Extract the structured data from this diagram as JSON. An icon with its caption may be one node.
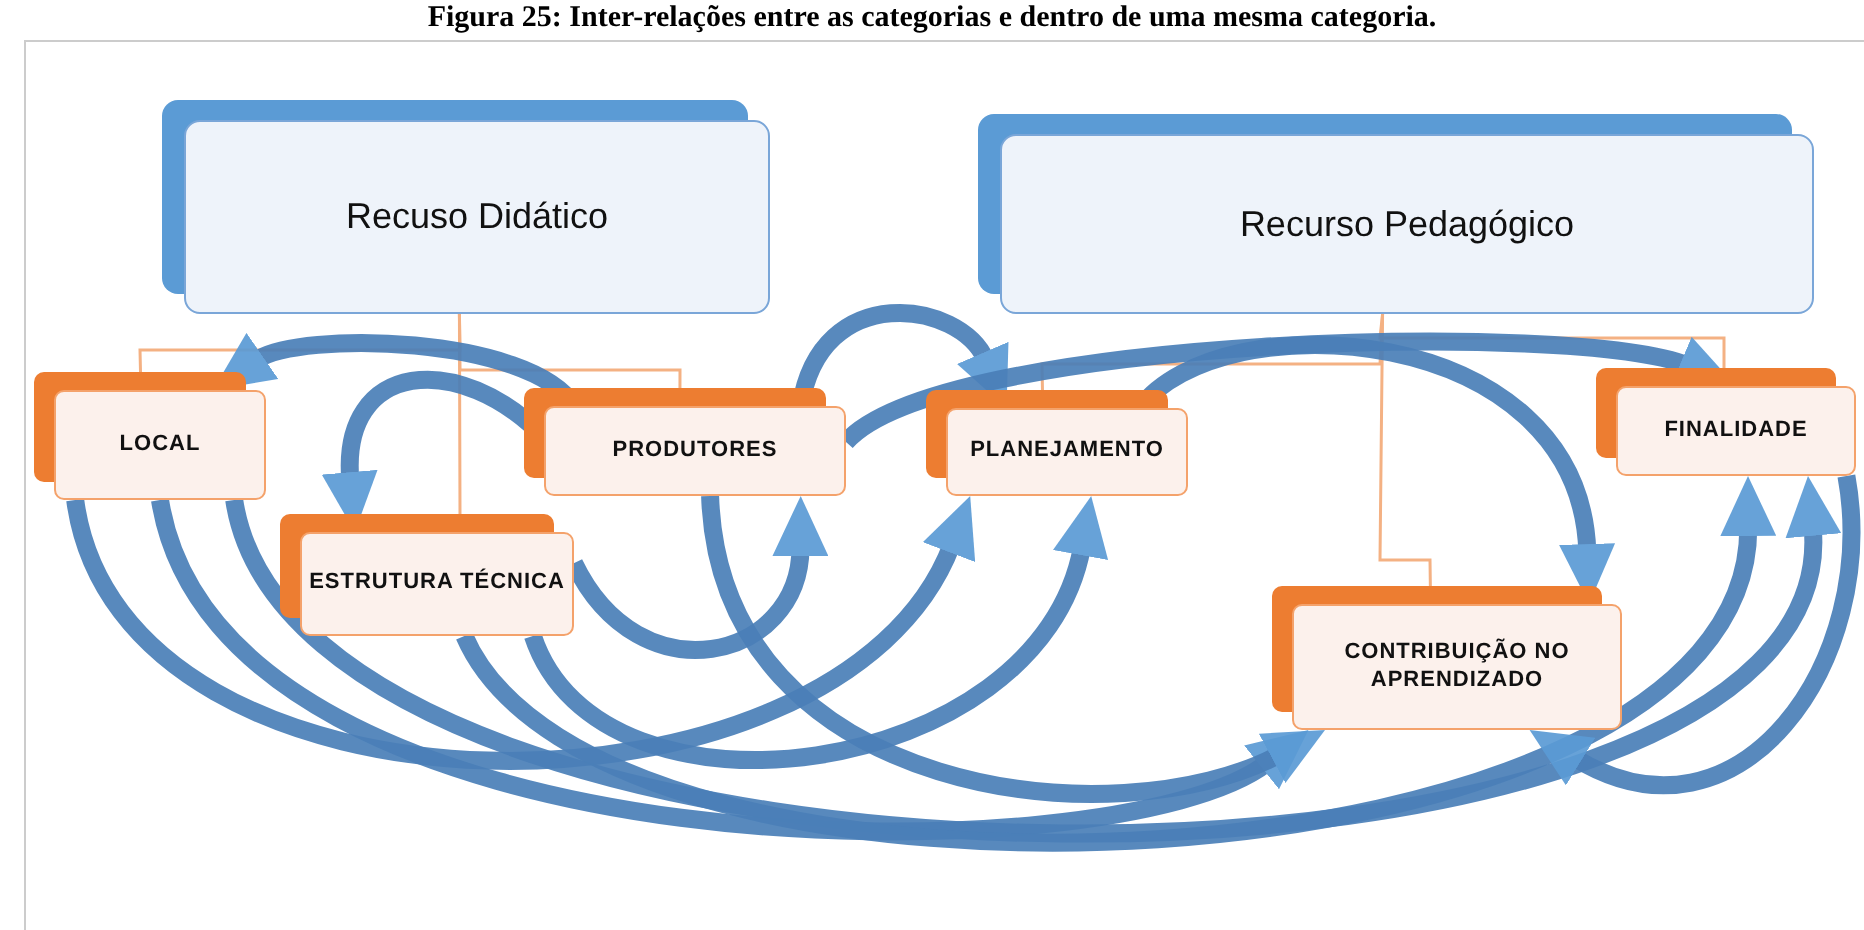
{
  "diagram": {
    "title": "Figura 25: Inter-relações entre as categorias e dentro de uma mesma categoria.",
    "nodes": [
      {
        "text": [
          "Recuso Didático"
        ]
      },
      {
        "text": [
          "Recurso Pedagógico"
        ]
      },
      {
        "text": [
          "LOCAL"
        ]
      },
      {
        "text": [
          "ESTRUTURA TÉCNICA"
        ]
      },
      {
        "text": [
          "PRODUTORES"
        ]
      },
      {
        "text": [
          "PLANEJAMENTO"
        ]
      },
      {
        "text": [
          "FINALIDADE"
        ]
      },
      {
        "text": [
          "CONTRIBUIÇÃO NO APRENDIZADO"
        ]
      }
    ],
    "edges": [
      {
        "from": 0,
        "to": 2,
        "arrow": "none",
        "color": "#f4b183"
      },
      {
        "from": 0,
        "to": 3,
        "arrow": "none",
        "color": "#f4b183"
      },
      {
        "from": 0,
        "to": 4,
        "arrow": "none",
        "color": "#f4b183"
      },
      {
        "from": 1,
        "to": 5,
        "arrow": "none",
        "color": "#f4b183"
      },
      {
        "from": 1,
        "to": 6,
        "arrow": "none",
        "color": "#f4b183"
      },
      {
        "from": 1,
        "to": 7,
        "arrow": "none",
        "color": "#f4b183"
      },
      {
        "from": 4,
        "to": 2,
        "arrow": "to"
      },
      {
        "from": 4,
        "to": 3,
        "arrow": "to"
      },
      {
        "from": 4,
        "to": 5,
        "arrow": "to"
      },
      {
        "from": 4,
        "to": 6,
        "arrow": "to"
      },
      {
        "from": 5,
        "to": 7,
        "arrow": "to"
      },
      {
        "from": 3,
        "to": 4,
        "arrow": "to"
      },
      {
        "from": 2,
        "to": 5,
        "arrow": "to"
      },
      {
        "from": 2,
        "to": 7,
        "arrow": "to"
      },
      {
        "from": 2,
        "to": 6,
        "arrow": "to"
      },
      {
        "from": 3,
        "to": 5,
        "arrow": "to"
      },
      {
        "from": 3,
        "to": 6,
        "arrow": "to"
      },
      {
        "from": 4,
        "to": 7,
        "arrow": "to"
      },
      {
        "from": 6,
        "to": 7,
        "arrow": "to"
      }
    ]
  }
}
